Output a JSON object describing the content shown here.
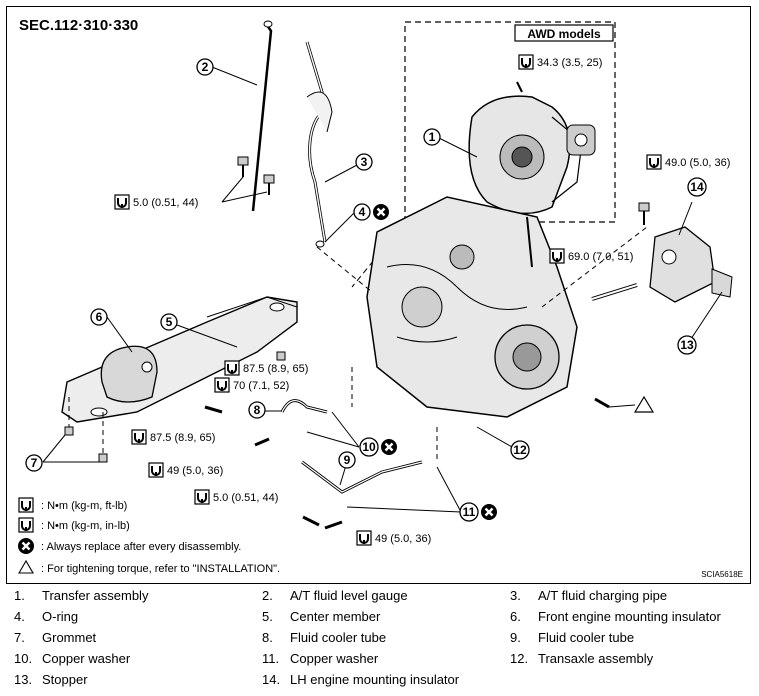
{
  "header": {
    "section": "SEC.112·310·330",
    "code": "SCIA5618E"
  },
  "awd_label": "AWD models",
  "torques": {
    "t1": "34.3 (3.5, 25)",
    "t2": "5.0 (0.51, 44)",
    "t3": "49.0 (5.0, 36)",
    "t4": "69.0 (7.0, 51)",
    "t5": "87.5 (8.9, 65)",
    "t6": "70 (7.1, 52)",
    "t7": "87.5 (8.9, 65)",
    "t8": "49 (5.0, 36)",
    "t9": "5.0 (0.51, 44)",
    "t10": "49 (5.0, 36)"
  },
  "callouts": [
    "1",
    "2",
    "3",
    "4",
    "5",
    "6",
    "7",
    "8",
    "9",
    "10",
    "11",
    "12",
    "13",
    "14"
  ],
  "legend": {
    "nm_ftlb": ": N•m (kg-m, ft-lb)",
    "nm_inlb": ": N•m (kg-m, in-lb)",
    "replace": ": Always replace after every disassembly.",
    "refer": ": For tightening torque, refer to \"INSTALLATION\"."
  },
  "parts": [
    {
      "num": "1.",
      "name": "Transfer assembly"
    },
    {
      "num": "2.",
      "name": "A/T fluid level gauge"
    },
    {
      "num": "3.",
      "name": "A/T fluid charging pipe"
    },
    {
      "num": "4.",
      "name": "O-ring"
    },
    {
      "num": "5.",
      "name": "Center member"
    },
    {
      "num": "6.",
      "name": "Front engine mounting insulator"
    },
    {
      "num": "7.",
      "name": "Grommet"
    },
    {
      "num": "8.",
      "name": "Fluid cooler tube"
    },
    {
      "num": "9.",
      "name": "Fluid cooler tube"
    },
    {
      "num": "10.",
      "name": "Copper washer"
    },
    {
      "num": "11.",
      "name": "Copper washer"
    },
    {
      "num": "12.",
      "name": "Transaxle assembly"
    },
    {
      "num": "13.",
      "name": "Stopper"
    },
    {
      "num": "14.",
      "name": "LH engine mounting insulator"
    }
  ]
}
